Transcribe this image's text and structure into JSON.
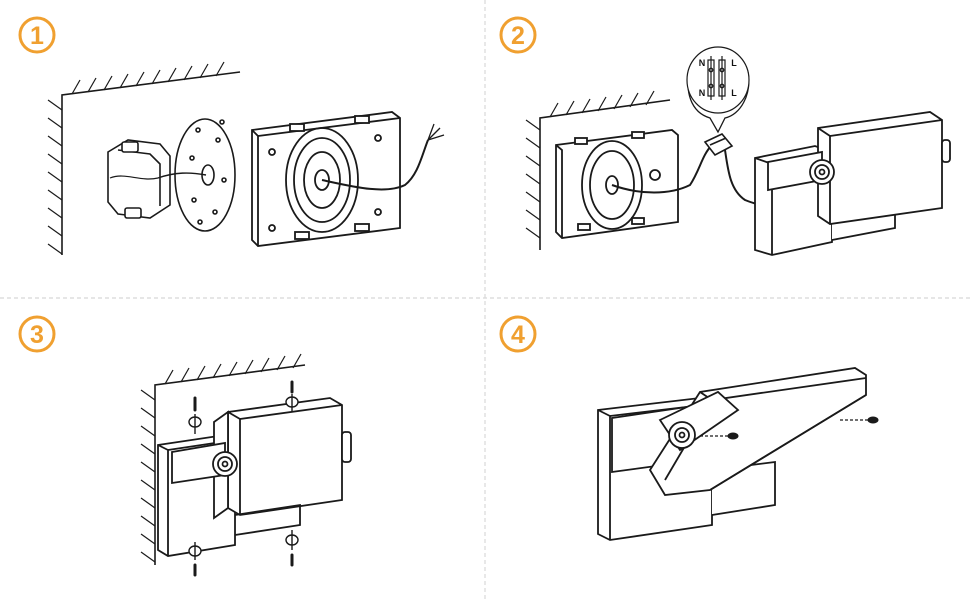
{
  "steps": [
    {
      "number": "1"
    },
    {
      "number": "2"
    },
    {
      "number": "3"
    },
    {
      "number": "4"
    }
  ],
  "wiring": {
    "terminal_left_top": "N",
    "terminal_right_top": "L",
    "terminal_left_bottom": "N",
    "terminal_right_bottom": "L"
  },
  "colors": {
    "accent": "#f0a030",
    "line": "#1a1a1a",
    "divider": "#d8d8d8"
  }
}
